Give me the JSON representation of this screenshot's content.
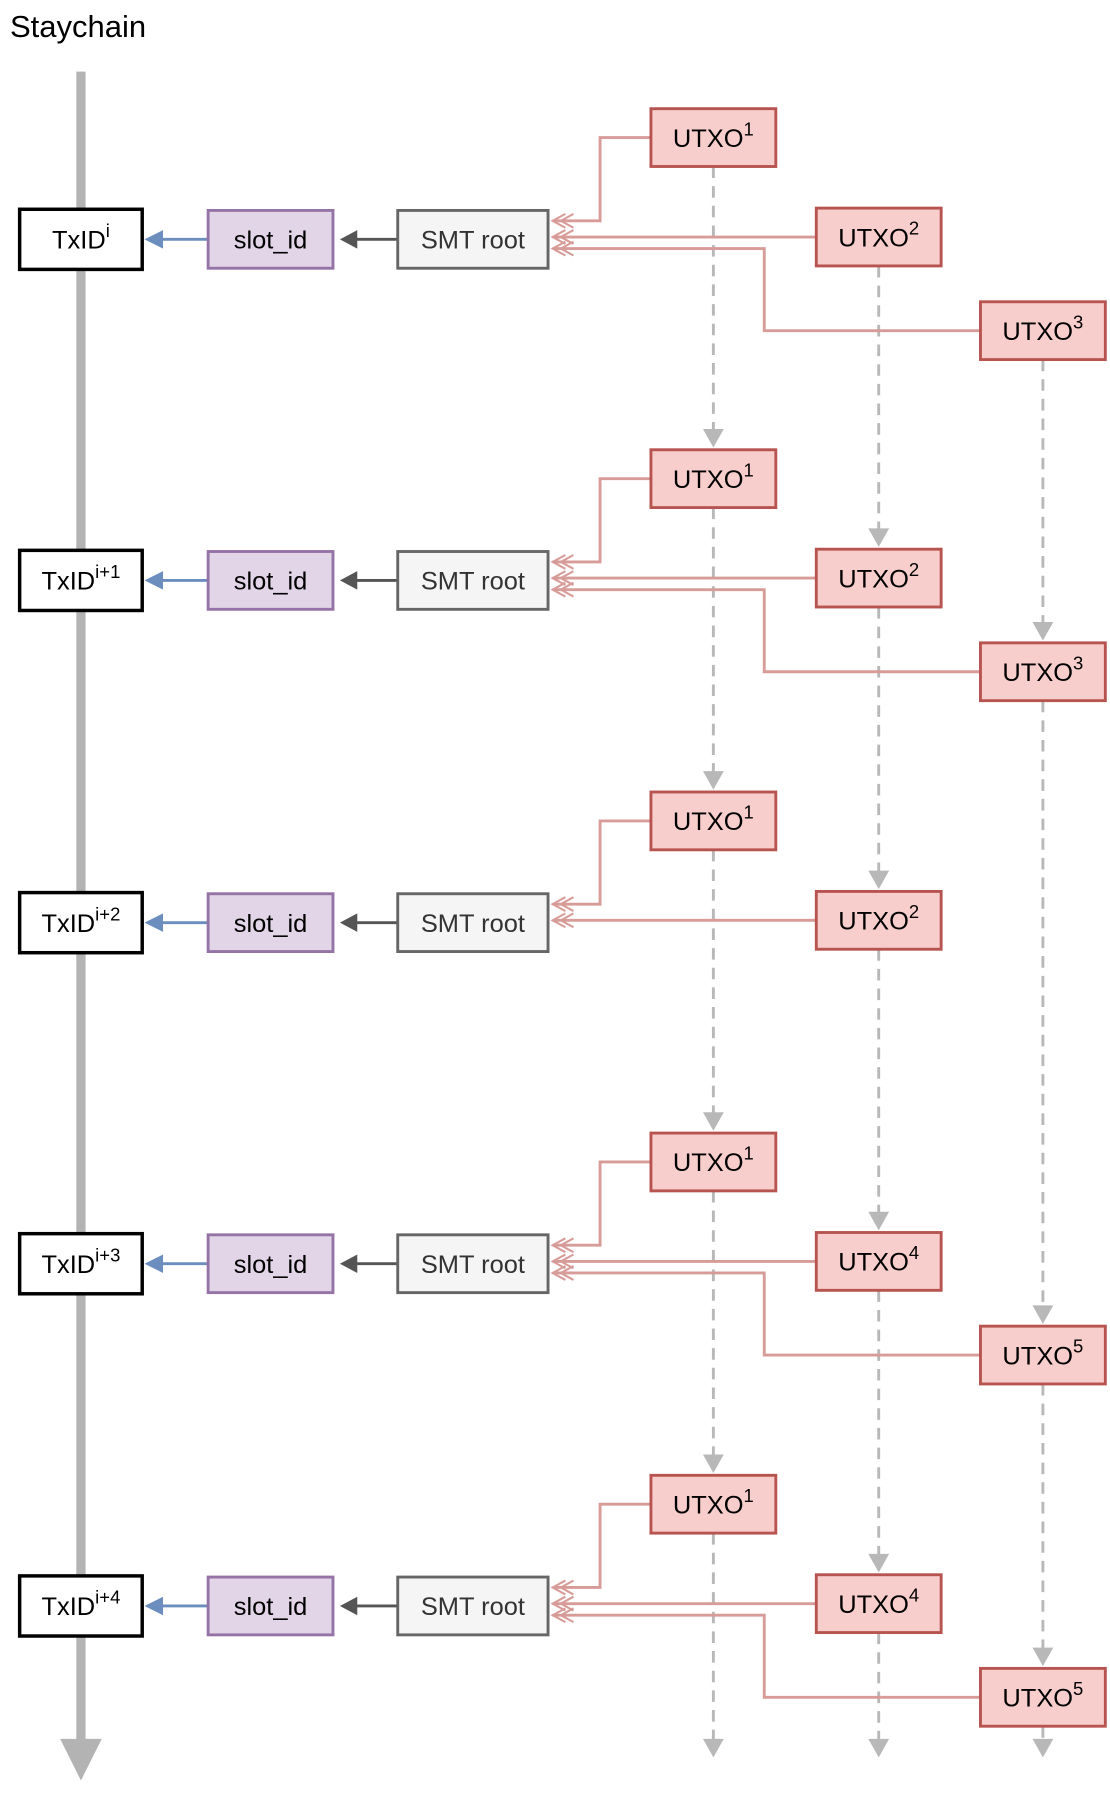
{
  "title": "Staychain",
  "labels": {
    "slot": "slot_id",
    "smt": "SMT root",
    "utxo_base": "UTXO",
    "txid_base": "TxID"
  },
  "colors": {
    "chain": "#b3b3b3",
    "txid_stroke": "#000000",
    "txid_fill": "#ffffff",
    "slot_fill": "#e1d5e7",
    "slot_stroke": "#9673a6",
    "smt_fill": "#f5f5f5",
    "smt_stroke": "#666666",
    "utxo_fill": "#f8cecc",
    "utxo_stroke": "#b85450",
    "utxo_link": "#d79b98",
    "blue_arrow": "#6c8ebf",
    "dark_arrow": "#555555",
    "dashed": "#b8b8b8"
  },
  "rows": [
    {
      "txid_sup": "i",
      "utxos": [
        {
          "col": 1,
          "sup": "1"
        },
        {
          "col": 2,
          "sup": "2"
        },
        {
          "col": 3,
          "sup": "3"
        }
      ]
    },
    {
      "txid_sup": "i+1",
      "utxos": [
        {
          "col": 1,
          "sup": "1"
        },
        {
          "col": 2,
          "sup": "2"
        },
        {
          "col": 3,
          "sup": "3"
        }
      ]
    },
    {
      "txid_sup": "i+2",
      "utxos": [
        {
          "col": 1,
          "sup": "1"
        },
        {
          "col": 2,
          "sup": "2"
        }
      ]
    },
    {
      "txid_sup": "i+3",
      "utxos": [
        {
          "col": 1,
          "sup": "1"
        },
        {
          "col": 2,
          "sup": "4"
        },
        {
          "col": 3,
          "sup": "5"
        }
      ]
    },
    {
      "txid_sup": "i+4",
      "utxos": [
        {
          "col": 1,
          "sup": "1"
        },
        {
          "col": 2,
          "sup": "4"
        },
        {
          "col": 3,
          "sup": "5"
        }
      ]
    }
  ]
}
